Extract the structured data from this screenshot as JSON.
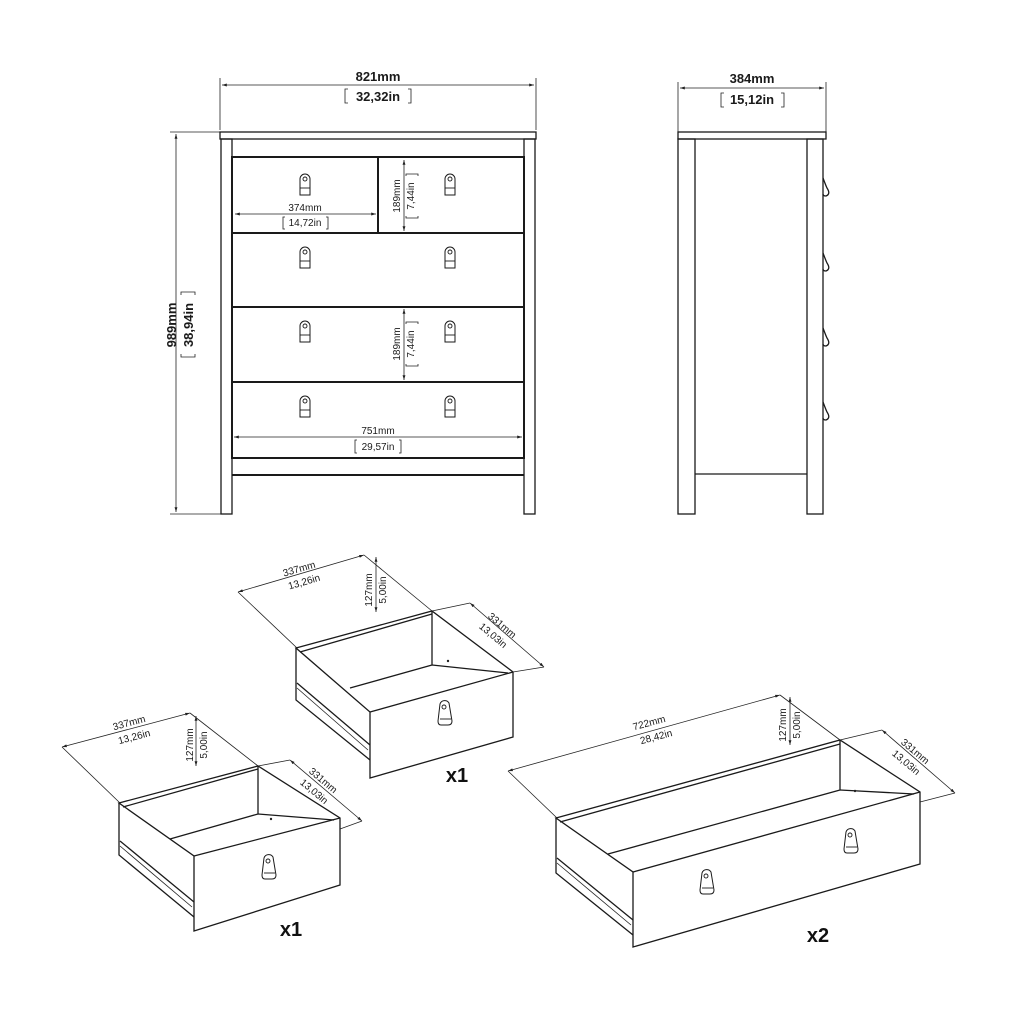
{
  "front_view": {
    "width_mm": "821mm",
    "width_in": "32,32in",
    "height_mm": "989mm",
    "height_in": "38,94in",
    "small_drawer_width_mm": "374mm",
    "small_drawer_width_in": "14,72in",
    "drawer_height_top_mm": "189mm",
    "drawer_height_top_in": "7,44in",
    "drawer_height_mid_mm": "189mm",
    "drawer_height_mid_in": "7,44in",
    "inner_width_mm": "751mm",
    "inner_width_in": "29,57in"
  },
  "side_view": {
    "depth_mm": "384mm",
    "depth_in": "15,12in",
    "handle_count": 4
  },
  "drawers": [
    {
      "id": "small-drawer-top",
      "width_mm": "337mm",
      "width_in": "13,26in",
      "height_mm": "127mm",
      "height_in": "5,00in",
      "depth_mm": "331mm",
      "depth_in": "13,03in",
      "quantity": "x1"
    },
    {
      "id": "small-drawer-left",
      "width_mm": "337mm",
      "width_in": "13,26in",
      "height_mm": "127mm",
      "height_in": "5,00in",
      "depth_mm": "331mm",
      "depth_in": "13,03in",
      "quantity": "x1"
    },
    {
      "id": "large-drawer",
      "width_mm": "722mm",
      "width_in": "28,42in",
      "height_mm": "127mm",
      "height_in": "5,00in",
      "depth_mm": "331mm",
      "depth_in": "13,03in",
      "quantity": "x2"
    }
  ],
  "colors": {
    "line": "#1a1a1a",
    "background": "#ffffff"
  }
}
